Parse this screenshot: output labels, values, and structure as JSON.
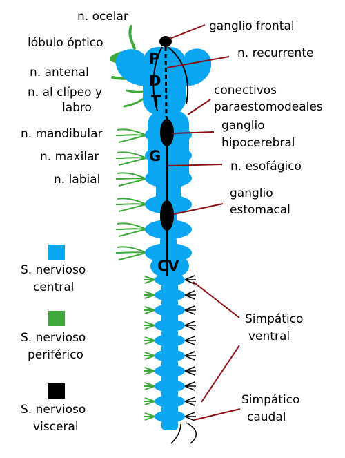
{
  "colors": {
    "central": "#0aa6f2",
    "peripheral": "#3fa83b",
    "visceral": "#000000",
    "leader": "#8b0f14"
  },
  "labels": {
    "ocelar": "n. ocelar",
    "optico": "lóbulo óptico",
    "antenal": "n. antenal",
    "clipeo_1": "n. al clípeo y",
    "clipeo_2": "labro",
    "mandibular": "n. mandibular",
    "maxilar": "n. maxilar",
    "labial": "n. labial",
    "frontal": "ganglio frontal",
    "recurrente": "n. recurrente",
    "conectivos_1": "conectivos",
    "conectivos_2": "paraestomodeales",
    "hipocerebral_1": "ganglio",
    "hipocerebral_2": "hipocerebral",
    "esofagico": "n. esofágico",
    "estomacal_1": "ganglio",
    "estomacal_2": "estomacal",
    "simp_ventral_1": "Simpático",
    "simp_ventral_2": "ventral",
    "simp_caudal_1": "Simpático",
    "simp_caudal_2": "caudal",
    "P": "P",
    "D": "D",
    "T": "T",
    "G": "G",
    "CV": "CV"
  },
  "legend": [
    {
      "label_1": "S. nervioso",
      "label_2": "central",
      "color": "#0aa6f2"
    },
    {
      "label_1": "S. nervioso",
      "label_2": "periférico",
      "color": "#3fa83b"
    },
    {
      "label_1": "S. nervioso",
      "label_2": "visceral",
      "color": "#000000"
    }
  ]
}
